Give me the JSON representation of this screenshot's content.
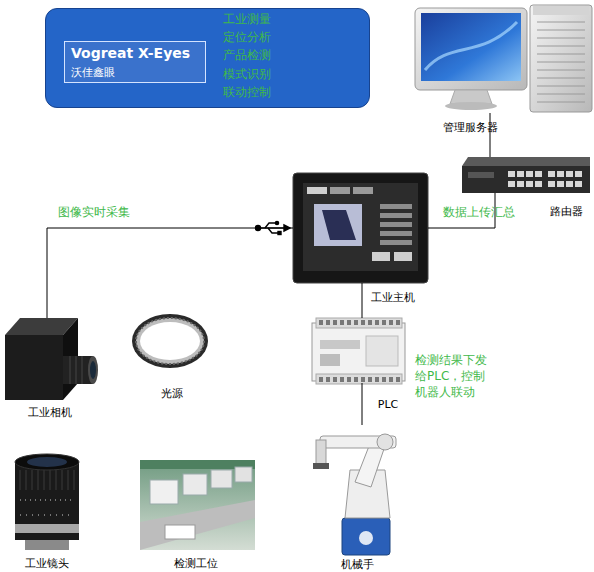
{
  "diagram": {
    "nodes": [
      {
        "text": [
          "工业测量",
          "定位分析",
          "产品检测",
          "模式识别",
          "联动控制"
        ]
      },
      {
        "text": [
          "Vogreat X-Eyes",
          "沃佳鑫眼"
        ],
        "in": 0
      },
      {
        "text": [
          "管理服务器"
        ]
      },
      {
        "text": [
          "路由器"
        ]
      },
      {
        "text": [
          "工业主机"
        ]
      },
      {
        "text": [
          "PLC"
        ]
      },
      {
        "text": [
          "工业相机"
        ]
      },
      {
        "text": [
          "光源"
        ]
      },
      {
        "text": [
          "机械手"
        ]
      },
      {
        "text": [
          "工业镜头"
        ]
      },
      {
        "text": [
          "检测工位"
        ]
      }
    ],
    "edges": [
      {
        "from": 2,
        "to": 3,
        "arrow": "none"
      },
      {
        "from": 3,
        "to": 4,
        "label": "数据上传汇总",
        "arrow": "none"
      },
      {
        "from": 4,
        "to": 6,
        "label": "图像实时采集",
        "arrow": "none"
      },
      {
        "from": 4,
        "to": 5,
        "arrow": "none"
      },
      {
        "from": 5,
        "to": 8,
        "arrow": "none"
      }
    ],
    "labels": [
      "检测结果下发给PLC，控制机器人联动"
    ]
  }
}
